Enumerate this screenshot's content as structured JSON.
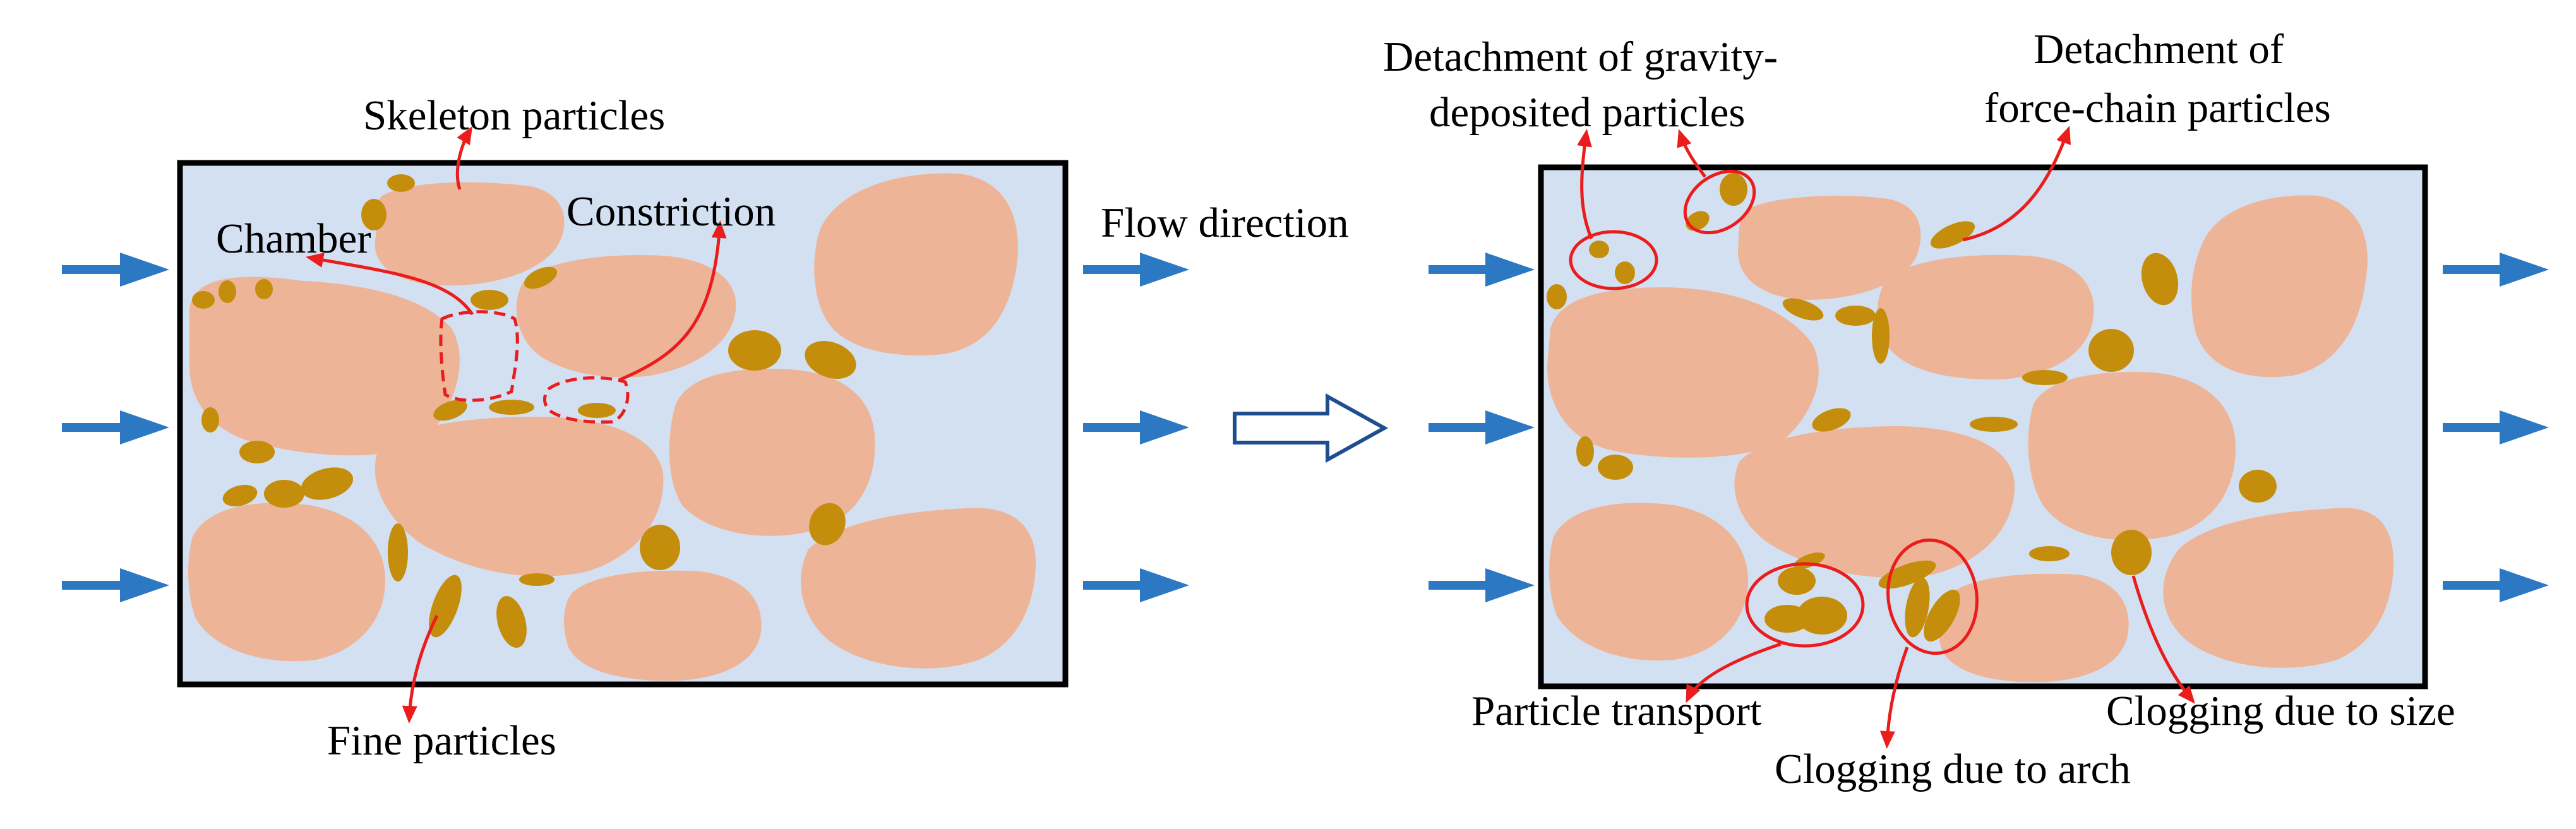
{
  "colors": {
    "box_fill": "#d3e0f1",
    "box_stroke": "#000000",
    "skeleton": "#eeb497",
    "fine": "#c48e0c",
    "annotation": "#ea1c1c",
    "flow_arrow": "#2d78c2",
    "transition_arrow": "#1f4e8f"
  },
  "left_panel": {
    "skeleton_label": "Skeleton particles",
    "chamber_label": "Chamber",
    "constriction_label": "Constriction",
    "fine_label": "Fine particles"
  },
  "flow_label": "Flow direction",
  "right_panel": {
    "gravity_label_1": "Detachment of gravity-",
    "gravity_label_2": "deposited particles",
    "forcechain_label_1": "Detachment of",
    "forcechain_label_2": "force-chain particles",
    "transport_label": "Particle transport",
    "arch_label": "Clogging due to arch",
    "size_label": "Clogging due to size"
  }
}
